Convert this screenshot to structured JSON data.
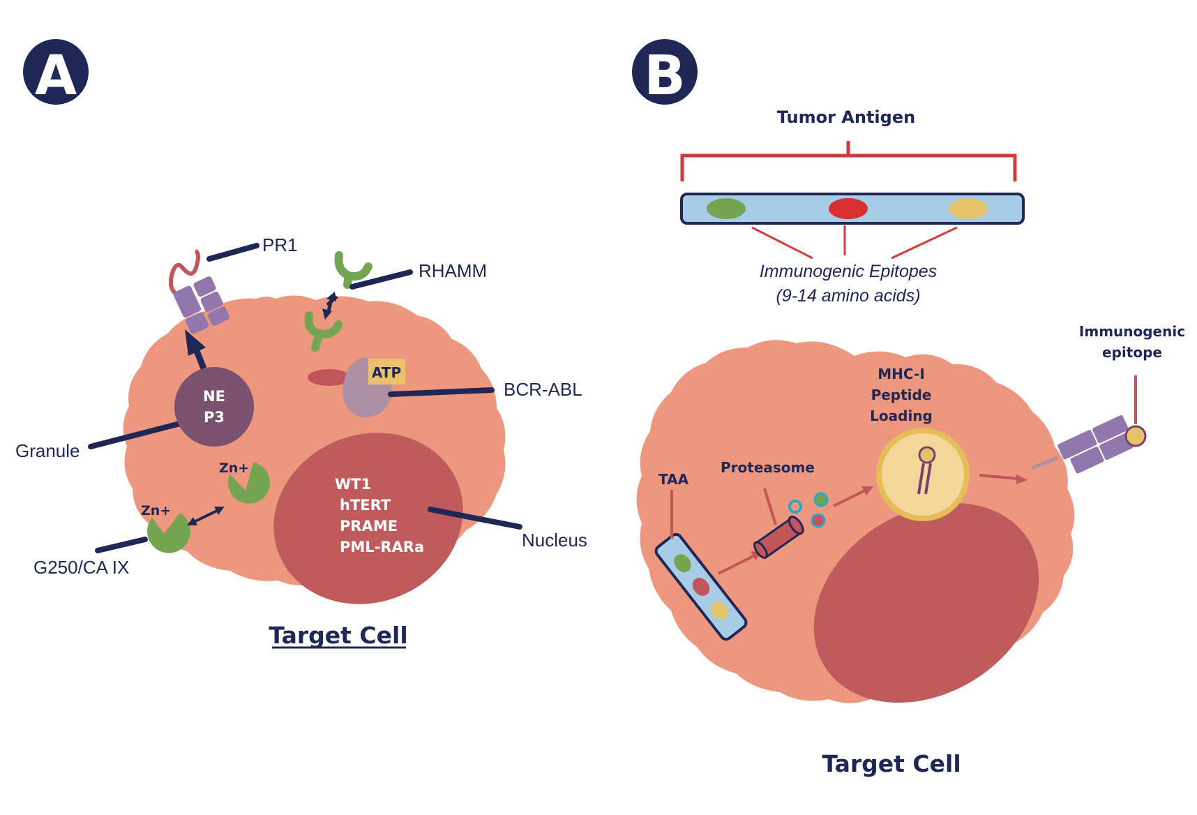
{
  "colors": {
    "navy": "#1f2756",
    "cell": "#ec977e",
    "nucleus": "#bf5a5d",
    "granule": "#7a5270",
    "green": "#75a453",
    "purple": "#9277ad",
    "red_line": "#d1393b",
    "antigen_bar": "#a8cbe6",
    "epitope_green": "#75a453",
    "epitope_red": "#d92f2f",
    "epitope_yellow": "#e4c267",
    "mhc_fill": "#f3d79b",
    "mhc_ring": "#e6bd59",
    "atp_box": "#e9c26b",
    "bcr_abl_shape": "#ad8ea2"
  },
  "panel_a": {
    "badge": "A",
    "labels": {
      "pr1": "PR1",
      "rhamm": "RHAMM",
      "bcr_abl": "BCR-ABL",
      "granule": "Granule",
      "nucleus": "Nucleus",
      "g250": "G250/CA IX",
      "atp": "ATP",
      "ne": "NE",
      "p3": "P3",
      "zn_top": "Zn+",
      "zn_bottom": "Zn+"
    },
    "nucleus_antigens": [
      "WT1",
      "hTERT",
      "PRAME",
      "PML-RARa"
    ],
    "caption": "Target Cell"
  },
  "panel_b": {
    "badge": "B",
    "tumor_antigen": "Tumor Antigen",
    "epitopes_title": "Immunogenic Epitopes",
    "epitopes_sub": "(9-14 amino acids)",
    "labels": {
      "taa": "TAA",
      "proteasome": "Proteasome",
      "mhc_line1": "MHC-I",
      "mhc_line2": "Peptide",
      "mhc_line3": "Loading",
      "epitope_line1": "Immunogenic",
      "epitope_line2": "epitope"
    },
    "caption": "Target Cell"
  }
}
